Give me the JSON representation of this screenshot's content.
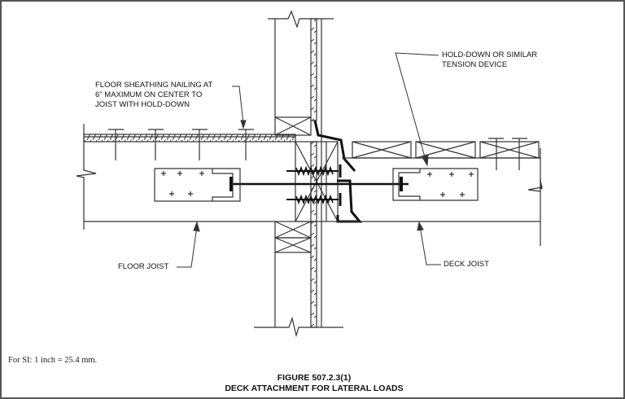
{
  "labels": {
    "sheathing": [
      "FLOOR SHEATHING NAILING AT",
      "6\" MAXIMUM ON CENTER TO",
      "JOIST WITH HOLD-DOWN"
    ],
    "hold_down": [
      "HOLD-DOWN OR SIMILAR",
      "TENSION DEVICE"
    ],
    "floor_joist": "FLOOR JOIST",
    "deck_joist": "DECK JOIST"
  },
  "note": "For SI: 1 inch = 25.4 mm.",
  "caption": {
    "figure": "FIGURE 507.2.3(1)",
    "title": "DECK ATTACHMENT FOR LATERAL LOADS"
  }
}
